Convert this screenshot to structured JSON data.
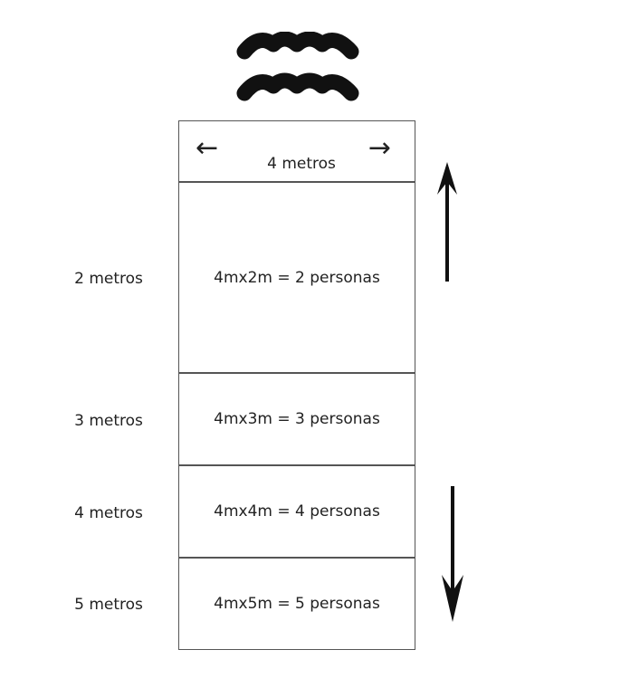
{
  "icons": {
    "water": "water-waves-icon"
  },
  "width_label": "4 metros",
  "rows": [
    {
      "side": "2 metros",
      "text": "4mx2m = 2 personas"
    },
    {
      "side": "3 metros",
      "text": "4mx3m = 3 personas"
    },
    {
      "side": "4 metros",
      "text": "4mx4m = 4 personas"
    },
    {
      "side": "5 metros",
      "text": "4mx5m = 5 personas"
    }
  ]
}
